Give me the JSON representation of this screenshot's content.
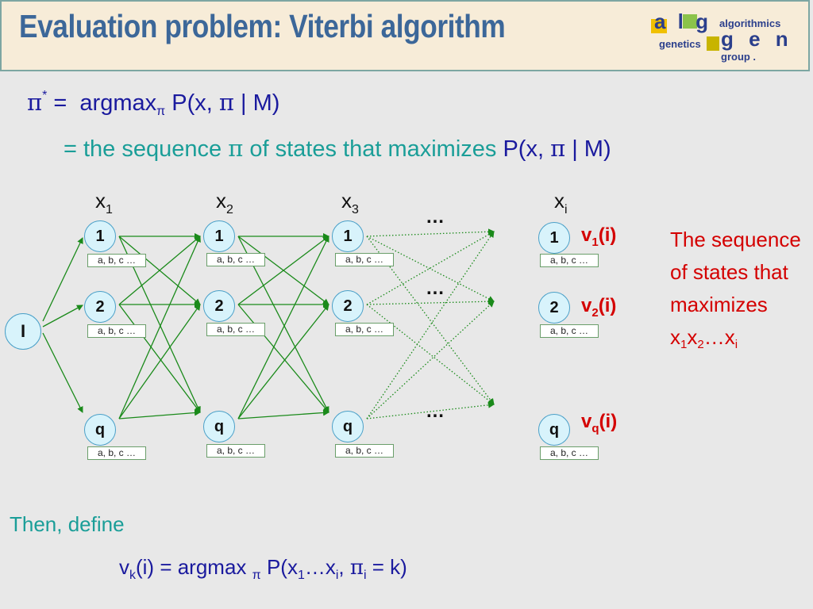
{
  "header": {
    "title": "Evaluation problem: Viterbi algorithm",
    "logo": {
      "letters_top": "a l g",
      "word_genetics": "genetics",
      "letters_bottom": "g e n",
      "word_algorithmics": "algorithmics",
      "word_group": "group ."
    }
  },
  "formula1": {
    "pi": "π",
    "star": "*",
    "eq": "=",
    "argmax": "argmax",
    "argmax_sub": "π",
    "rhs_a": "P(x,",
    "rhs_pi": "π",
    "rhs_b": "| M)"
  },
  "formula2": {
    "eq": "=",
    "text_a": "the sequence",
    "pi": "π",
    "text_b": "of states that maximizes",
    "rhs_a": "P(x,",
    "rhs_pi": "π",
    "rhs_b": "| M)"
  },
  "trellis": {
    "start_label": "I",
    "emission_text": "a, b, c …",
    "stages": [
      {
        "label": "x",
        "sub": "1",
        "states": [
          "1",
          "2",
          "q"
        ]
      },
      {
        "label": "x",
        "sub": "2",
        "states": [
          "1",
          "2",
          "q"
        ]
      },
      {
        "label": "x",
        "sub": "3",
        "states": [
          "1",
          "2",
          "q"
        ]
      },
      {
        "label": "x",
        "sub": "i",
        "states": [
          "1",
          "2",
          "q"
        ]
      }
    ],
    "dots": [
      "…",
      "…",
      "…"
    ],
    "viterbi_labels": [
      {
        "v": "v",
        "sub": "1",
        "arg": "(i)"
      },
      {
        "v": "v",
        "sub": "2",
        "arg": "(i)"
      },
      {
        "v": "v",
        "sub": "q",
        "arg": "(i)"
      }
    ],
    "colors": {
      "arrow": "#1a8a1a",
      "node_fill": "#d8f3fb",
      "node_border": "#4aa0c8"
    }
  },
  "side_note": {
    "text": "The sequence of states that maximizes",
    "x": "x",
    "s1": "1",
    "x2": "x",
    "s2": "2",
    "ell": "…x",
    "si": "i"
  },
  "bottom": {
    "then": "Then, define",
    "v": "v",
    "k": "k",
    "lhs": "(i) = argmax",
    "pi_sub": "π",
    "p_open": "P(x",
    "s1": "1",
    "mid": "…x",
    "si": "i",
    "comma": ",",
    "pi": "π",
    "pi_i": "i",
    "tail": "= k)"
  }
}
